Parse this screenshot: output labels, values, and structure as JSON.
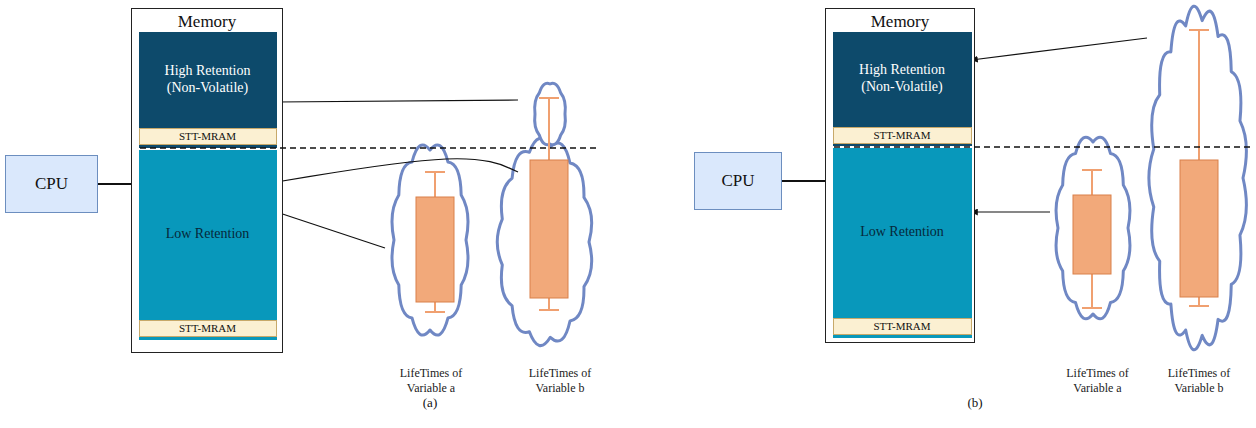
{
  "diagram": {
    "nodes": [
      {
        "text": [
          "CPU"
        ]
      },
      {
        "text": [
          "Memory"
        ]
      },
      {
        "text": [
          "High Retention (Non-Volatile)"
        ],
        "in": 1
      },
      {
        "text": [
          "STT-MRAM"
        ],
        "in": 2
      },
      {
        "text": [
          "Low Retention"
        ],
        "in": 1
      },
      {
        "text": [
          "STT-MRAM"
        ],
        "in": 4
      },
      {
        "text": [
          "LifeTimes of Variable a"
        ]
      },
      {
        "text": [
          "LifeTimes of Variable b"
        ]
      },
      {
        "text": [
          "CPU"
        ]
      },
      {
        "text": [
          "Memory"
        ]
      },
      {
        "text": [
          "High Retention (Non-Volatile)"
        ],
        "in": 9
      },
      {
        "text": [
          "STT-MRAM"
        ],
        "in": 10
      },
      {
        "text": [
          "Low Retention"
        ],
        "in": 9
      },
      {
        "text": [
          "STT-MRAM"
        ],
        "in": 12
      },
      {
        "text": [
          "LifeTimes of Variable a"
        ]
      },
      {
        "text": [
          "LifeTimes of Variable b"
        ]
      }
    ],
    "edges": [
      {
        "from": 0,
        "to": 1,
        "arrow": "none"
      },
      {
        "from": 6,
        "to": 4,
        "arrow": "to"
      },
      {
        "from": 7,
        "to": 2,
        "arrow": "to"
      },
      {
        "from": 7,
        "to": 4,
        "arrow": "to"
      },
      {
        "from": 8,
        "to": 9,
        "arrow": "none"
      },
      {
        "from": 14,
        "to": 12,
        "arrow": "to"
      },
      {
        "from": 15,
        "to": 10,
        "arrow": "to"
      }
    ],
    "labels": [
      "(a)",
      "(b)"
    ]
  }
}
